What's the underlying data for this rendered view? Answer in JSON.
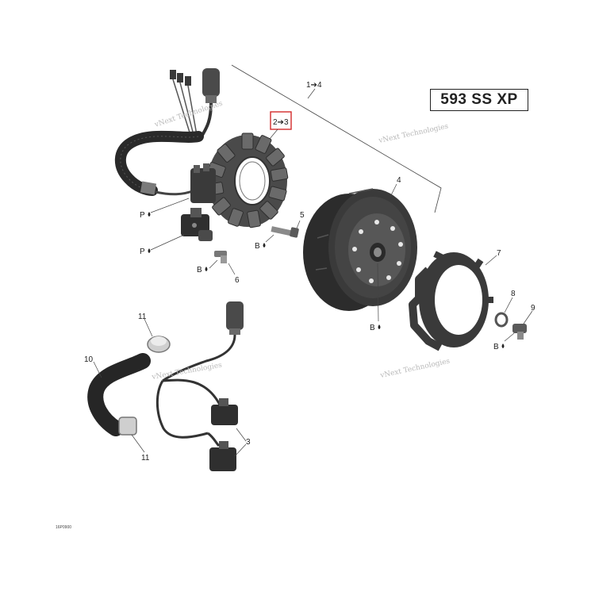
{
  "model_badge": "593 SS XP",
  "callouts": {
    "c1_4": "1➔4",
    "c2_3": "2➔3",
    "c3": "3",
    "c4": "4",
    "c5": "5",
    "c6": "6",
    "c7": "7",
    "c8": "8",
    "c9": "9",
    "c10": "10",
    "c11a": "11",
    "c11b": "11"
  },
  "lubrication_marks": {
    "p1": "P",
    "p2": "P",
    "b_bolt5": "B",
    "b_bolt6": "B",
    "b_flywheel": "B",
    "b_bolt9": "B"
  },
  "watermarks": {
    "w1": "vNext Technologies",
    "w2": "vNext Technologies",
    "w3": "vNext Technologies",
    "w4": "vNext Technologies"
  },
  "drawing_ref": "16P0900",
  "colors": {
    "part_dark": "#3a3a3a",
    "part_mid": "#6a6a6a",
    "part_light": "#9a9a9a",
    "highlight_box": "#d22b2b",
    "watermark": "#b9b9b9"
  }
}
